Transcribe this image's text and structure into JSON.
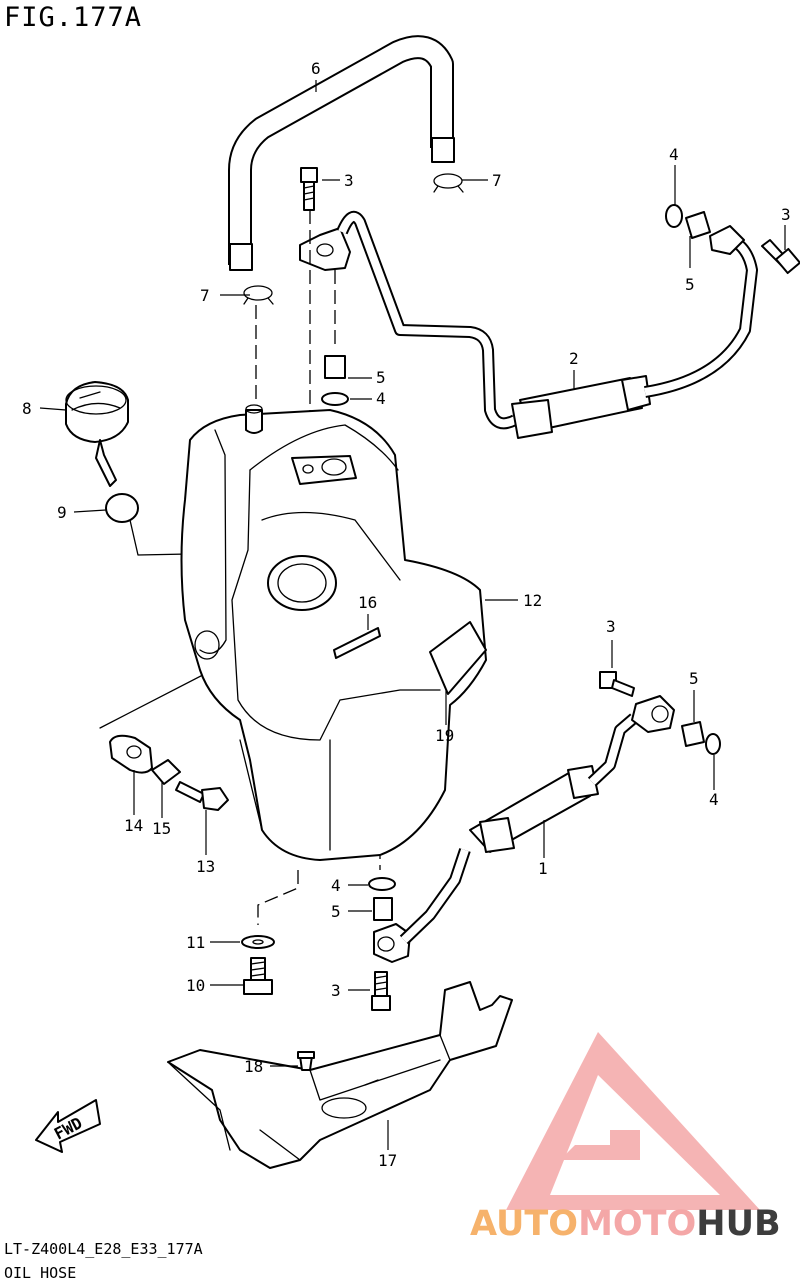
{
  "figure": {
    "title": "FIG.177A",
    "model_code": "LT-Z400L4_E28_E33_177A",
    "section_name": "OIL HOSE"
  },
  "callouts": [
    {
      "id": "c1",
      "label": "1"
    },
    {
      "id": "c2",
      "label": "2"
    },
    {
      "id": "c3a",
      "label": "3"
    },
    {
      "id": "c3b",
      "label": "3"
    },
    {
      "id": "c3c",
      "label": "3"
    },
    {
      "id": "c3d",
      "label": "3"
    },
    {
      "id": "c4a",
      "label": "4"
    },
    {
      "id": "c4b",
      "label": "4"
    },
    {
      "id": "c4c",
      "label": "4"
    },
    {
      "id": "c4d",
      "label": "4"
    },
    {
      "id": "c5a",
      "label": "5"
    },
    {
      "id": "c5b",
      "label": "5"
    },
    {
      "id": "c5c",
      "label": "5"
    },
    {
      "id": "c5d",
      "label": "5"
    },
    {
      "id": "c6",
      "label": "6"
    },
    {
      "id": "c7a",
      "label": "7"
    },
    {
      "id": "c7b",
      "label": "7"
    },
    {
      "id": "c8",
      "label": "8"
    },
    {
      "id": "c9",
      "label": "9"
    },
    {
      "id": "c10",
      "label": "10"
    },
    {
      "id": "c11",
      "label": "11"
    },
    {
      "id": "c12",
      "label": "12"
    },
    {
      "id": "c13",
      "label": "13"
    },
    {
      "id": "c14",
      "label": "14"
    },
    {
      "id": "c15",
      "label": "15"
    },
    {
      "id": "c16",
      "label": "16"
    },
    {
      "id": "c17",
      "label": "17"
    },
    {
      "id": "c18",
      "label": "18"
    },
    {
      "id": "c19",
      "label": "19"
    }
  ],
  "fwd_label": "FWD",
  "watermark": {
    "auto": "AUTO",
    "moto": "MOTO",
    "hub": "HUB",
    "colors": {
      "auto": "#f6b26b",
      "moto": "#f4a7a7",
      "hub": "#3d3d3d",
      "triangle": "#f4a7a7"
    }
  }
}
